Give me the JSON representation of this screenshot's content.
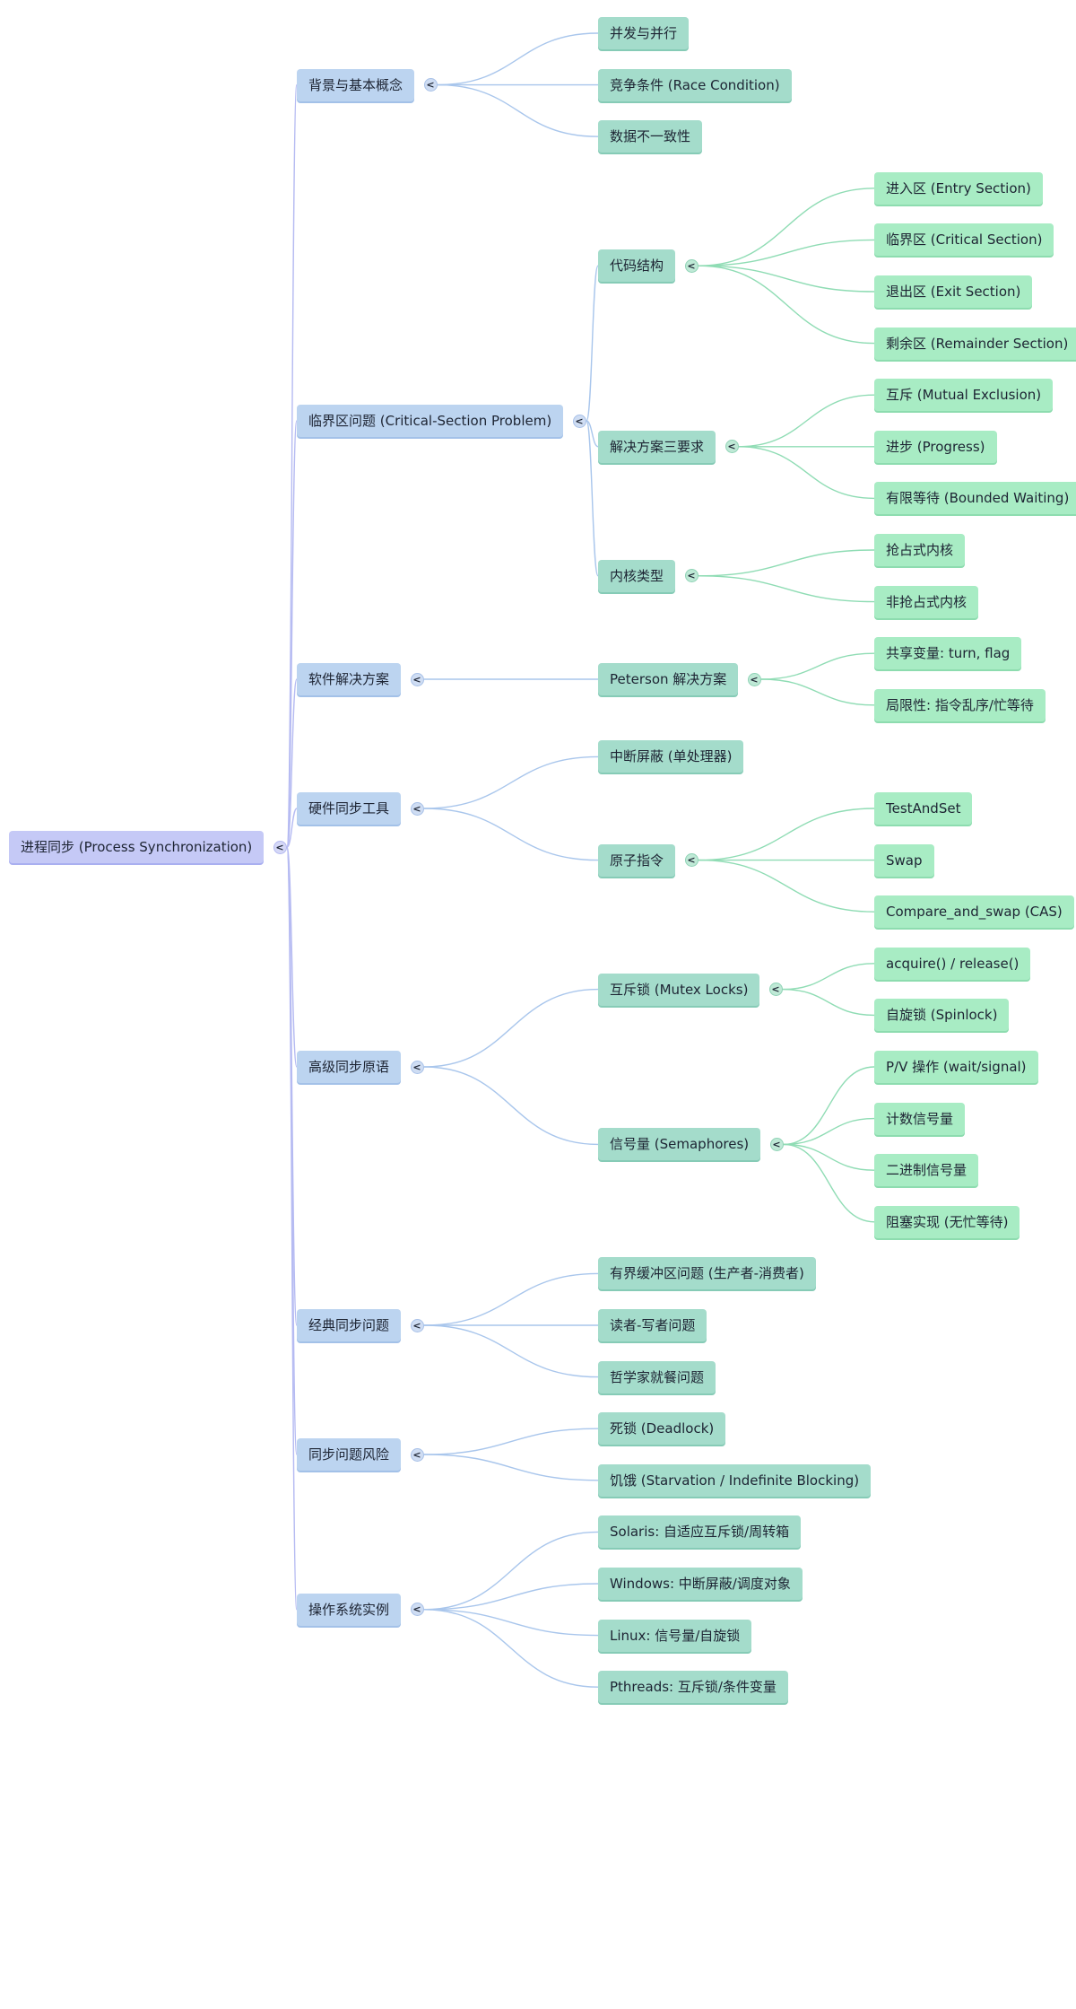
{
  "mindmap": {
    "toggle_symbol": "<",
    "root": {
      "label": "进程同步 (Process Synchronization)",
      "children": [
        {
          "label": "背景与基本概念",
          "children": [
            {
              "label": "并发与并行"
            },
            {
              "label": "竞争条件 (Race Condition)"
            },
            {
              "label": "数据不一致性"
            }
          ]
        },
        {
          "label": "临界区问题 (Critical-Section Problem)",
          "children": [
            {
              "label": "代码结构",
              "children": [
                {
                  "label": "进入区 (Entry Section)"
                },
                {
                  "label": "临界区 (Critical Section)"
                },
                {
                  "label": "退出区 (Exit Section)"
                },
                {
                  "label": "剩余区 (Remainder Section)"
                }
              ]
            },
            {
              "label": "解决方案三要求",
              "children": [
                {
                  "label": "互斥 (Mutual Exclusion)"
                },
                {
                  "label": "进步 (Progress)"
                },
                {
                  "label": "有限等待 (Bounded Waiting)"
                }
              ]
            },
            {
              "label": "内核类型",
              "children": [
                {
                  "label": "抢占式内核"
                },
                {
                  "label": "非抢占式内核"
                }
              ]
            }
          ]
        },
        {
          "label": "软件解决方案",
          "children": [
            {
              "label": "Peterson 解决方案",
              "children": [
                {
                  "label": "共享变量: turn, flag"
                },
                {
                  "label": "局限性: 指令乱序/忙等待"
                }
              ]
            }
          ]
        },
        {
          "label": "硬件同步工具",
          "children": [
            {
              "label": "中断屏蔽 (单处理器)"
            },
            {
              "label": "原子指令",
              "children": [
                {
                  "label": "TestAndSet"
                },
                {
                  "label": "Swap"
                },
                {
                  "label": "Compare_and_swap (CAS)"
                }
              ]
            }
          ]
        },
        {
          "label": "高级同步原语",
          "children": [
            {
              "label": "互斥锁 (Mutex Locks)",
              "children": [
                {
                  "label": "acquire() / release()"
                },
                {
                  "label": "自旋锁 (Spinlock)"
                }
              ]
            },
            {
              "label": "信号量 (Semaphores)",
              "children": [
                {
                  "label": "P/V 操作 (wait/signal)"
                },
                {
                  "label": "计数信号量"
                },
                {
                  "label": "二进制信号量"
                },
                {
                  "label": "阻塞实现 (无忙等待)"
                }
              ]
            }
          ]
        },
        {
          "label": "经典同步问题",
          "children": [
            {
              "label": "有界缓冲区问题 (生产者-消费者)"
            },
            {
              "label": "读者-写者问题"
            },
            {
              "label": "哲学家就餐问题"
            }
          ]
        },
        {
          "label": "同步问题风险",
          "children": [
            {
              "label": "死锁 (Deadlock)"
            },
            {
              "label": "饥饿 (Starvation / Indefinite Blocking)"
            }
          ]
        },
        {
          "label": "操作系统实例",
          "children": [
            {
              "label": "Solaris: 自适应互斥锁/周转箱"
            },
            {
              "label": "Windows: 中断屏蔽/调度对象"
            },
            {
              "label": "Linux: 信号量/自旋锁"
            },
            {
              "label": "Pthreads: 互斥锁/条件变量"
            }
          ]
        }
      ]
    },
    "colors": {
      "root_fill": "#c5c9f6",
      "level1_fill": "#bcd4f0",
      "level2_fill": "#a4dccb",
      "level3_fill": "#a8ecc4",
      "root_edge": "#b6bbf2",
      "level1_edge": "#a9c6ec",
      "level2_edge": "#8fdcb4"
    }
  }
}
